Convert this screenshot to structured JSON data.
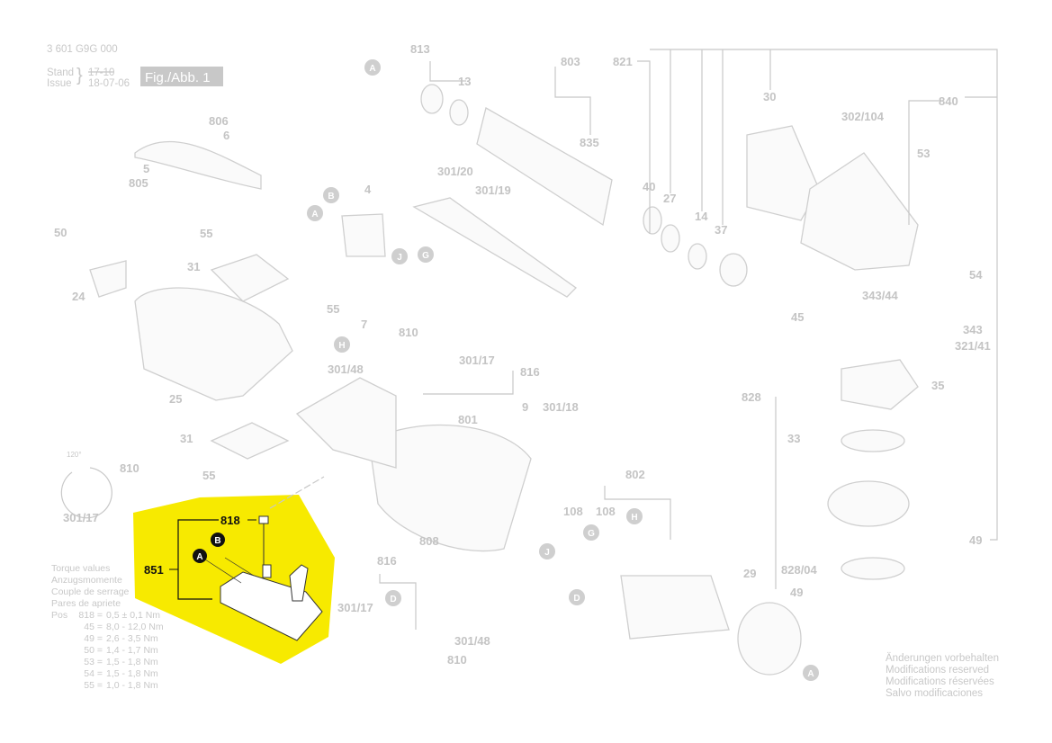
{
  "header": {
    "part_number": "3 601 G9G 000",
    "stand_label": "Stand",
    "issue_label": "Issue",
    "stand_value": "17-10",
    "issue_date": "18-07-06",
    "figure": "Fig./Abb. 1"
  },
  "highlight": {
    "color": "#f7ea00",
    "labels": {
      "screw": "818",
      "assembly": "851",
      "a": "A",
      "b": "B"
    }
  },
  "labels": [
    "813",
    "803",
    "821",
    "30",
    "840",
    "302/104",
    "13",
    "835",
    "53",
    "806",
    "6",
    "5",
    "805",
    "4",
    "301/20",
    "301/19",
    "40",
    "27",
    "14",
    "37",
    "50",
    "55",
    "31",
    "24",
    "54",
    "343/44",
    "45",
    "343",
    "321/41",
    "55",
    "7",
    "810",
    "301/48",
    "301/17",
    "816",
    "25",
    "828",
    "35",
    "9",
    "301/18",
    "801",
    "33",
    "31",
    "810",
    "55",
    "802",
    "301/17",
    "108",
    "108",
    "49",
    "808",
    "29",
    "828/04",
    "49",
    "816",
    "301/17",
    "301/48",
    "810"
  ],
  "circle_letters": [
    "A",
    "B",
    "A",
    "G",
    "J",
    "H",
    "J",
    "G",
    "H",
    "D",
    "D",
    "A"
  ],
  "angle_label": "120°",
  "torque": {
    "title": [
      "Torque values",
      "Anzugsmomente",
      "Couple de serrage",
      "Pares de apriete"
    ],
    "prefix": "Pos",
    "rows": [
      [
        "818 =",
        "0,5 ± 0,1 Nm"
      ],
      [
        "45 =",
        "8,0 - 12,0 Nm"
      ],
      [
        "49 =",
        "2,6 - 3,5 Nm"
      ],
      [
        "50 =",
        "1,4 - 1,7 Nm"
      ],
      [
        "53 =",
        "1,5 - 1,8 Nm"
      ],
      [
        "54 =",
        "1,5 - 1,8 Nm"
      ],
      [
        "55 =",
        "1,0 - 1,8 Nm"
      ]
    ]
  },
  "notice": [
    "Änderungen vorbehalten",
    "Modifications reserved",
    "Modifications réservées",
    "Salvo modificaciones"
  ]
}
